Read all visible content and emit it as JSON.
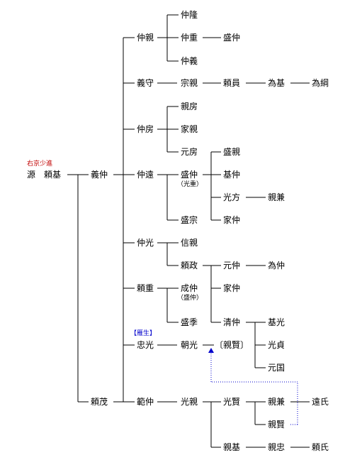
{
  "colors": {
    "line": "#000000",
    "title_red": "#c00000",
    "title_blue": "#0000cc",
    "dotted": "#0000cc"
  },
  "people": {
    "root": "源　頼基",
    "yoshinaka": "義仲",
    "yorishige": "頼茂",
    "nakachika": "仲親",
    "yoshimori": "義守",
    "nakafusa": "仲房",
    "nakato": "仲遠",
    "nakamitsu": "仲光",
    "yorishige2": "頼重",
    "tadamitsu": "忠光",
    "norinaka": "範仲",
    "nakataka": "仲隆",
    "nakashige": "仲重",
    "nakayoshi": "仲義",
    "morinaka": "盛仲",
    "munechika": "宗親",
    "yorikazu": "頼員",
    "tamemoto": "為基",
    "tametsuna": "為綱",
    "chikafusa": "親房",
    "iechika": "家親",
    "motofusa": "元房",
    "morinaka2": "盛仲",
    "morimune": "盛宗",
    "morichika": "盛親",
    "motonaka": "基仲",
    "mitsukata": "光方",
    "chikakane": "親兼",
    "ienaka": "家仲",
    "nobuchika": "信親",
    "yorimasa": "頼政",
    "motonaka2": "元仲",
    "tamenaka": "為仲",
    "narinaka": "成仲",
    "ienaka2": "家仲",
    "morisue": "盛季",
    "kiyonaka": "清仲",
    "tomomitsu": "朝光",
    "chikakata_b": "〔親賢〕",
    "motomitsu": "基光",
    "mitsusada": "光貞",
    "motokuni": "元国",
    "mitsuchika": "光親",
    "mitsukata2": "光賢",
    "chikakane2": "親兼",
    "chikakata": "親賢",
    "tooji": "遠氏",
    "chikamoto": "親基",
    "chikatada": "親忠",
    "yoriuji": "頼氏"
  },
  "notes": {
    "root_title": "右京少進",
    "tadamitsu_title": "【雁生】",
    "morinaka_alias": "（光重）",
    "narinaka_alias": "（盛仲）"
  }
}
